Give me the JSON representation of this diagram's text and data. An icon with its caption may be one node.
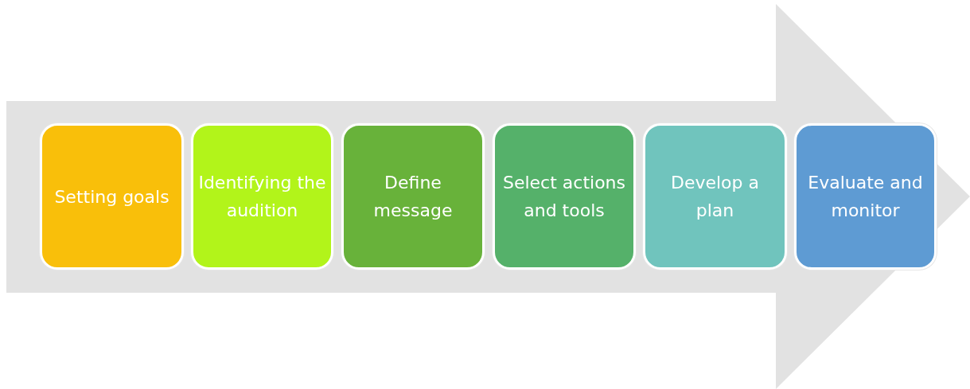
{
  "diagram": {
    "nodes": [
      {
        "text": [
          "Setting goals"
        ]
      },
      {
        "text": [
          "Identifying the audition"
        ]
      },
      {
        "text": [
          "Define message"
        ]
      },
      {
        "text": [
          "Select actions and tools"
        ]
      },
      {
        "text": [
          "Develop a plan"
        ]
      },
      {
        "text": [
          "Evaluate and monitor"
        ]
      }
    ]
  }
}
